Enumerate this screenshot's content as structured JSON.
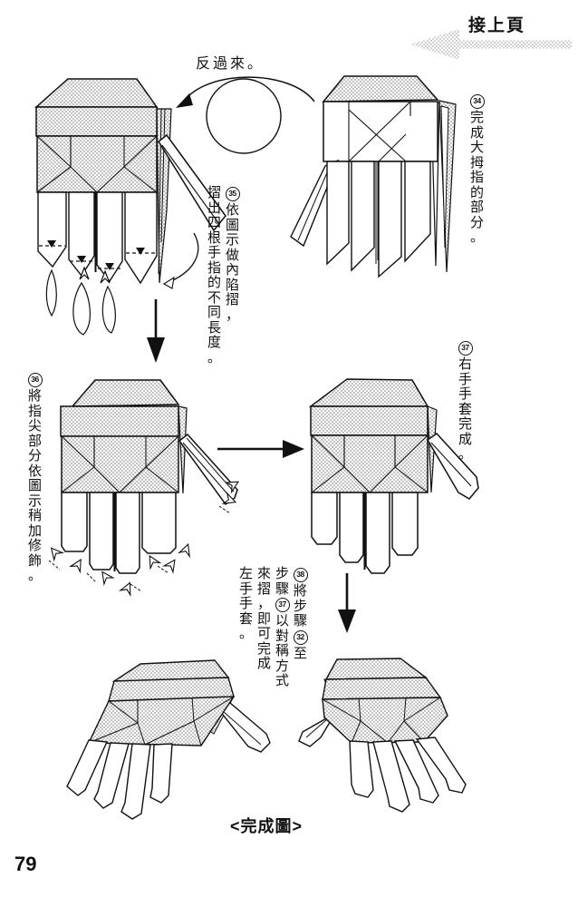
{
  "colors": {
    "ink": "#111111",
    "halftone_dark": "#8f8f8f",
    "halftone_light": "#c0c0c0",
    "paper": "#ffffff"
  },
  "header": {
    "continued_label": "接上頁"
  },
  "turn_over": {
    "label": "反過來。"
  },
  "notes": [
    {
      "id": "34",
      "columns": [
        [
          "@34",
          "完成大拇指的部分。"
        ]
      ]
    },
    {
      "id": "35",
      "columns": [
        [
          "@35",
          "依圖示做內陷摺，"
        ],
        [
          "摺出四根手指的不同長度。"
        ]
      ]
    },
    {
      "id": "36",
      "columns": [
        [
          "@36",
          "將指尖部分依圖示稍加修飾。"
        ]
      ]
    },
    {
      "id": "37",
      "columns": [
        [
          "@37",
          "右手手套完成。"
        ]
      ]
    },
    {
      "id": "38",
      "columns": [
        [
          "@38",
          "將步驟",
          "@32",
          "至"
        ],
        [
          "步驟",
          "@37",
          "以對稱方式"
        ],
        [
          "來摺，即可完成"
        ],
        [
          "左手手套。"
        ]
      ]
    }
  ],
  "footer": {
    "finished_label": "<完成圖>",
    "page_number": "79"
  },
  "icons": {
    "continued_arrow": "halftone-left-arrow",
    "turn_over": "flip-over-circle-arrow",
    "process_arrows": [
      "down-arrow",
      "right-arrow",
      "down-arrow"
    ]
  },
  "diagrams": [
    {
      "id": "step-35-glove-front-fold-marks"
    },
    {
      "id": "step-34-glove-back"
    },
    {
      "id": "step-36-glove-trim-fingertips"
    },
    {
      "id": "step-37-right-glove-complete"
    },
    {
      "id": "finished-right-glove-3d"
    },
    {
      "id": "finished-left-glove-3d"
    }
  ]
}
